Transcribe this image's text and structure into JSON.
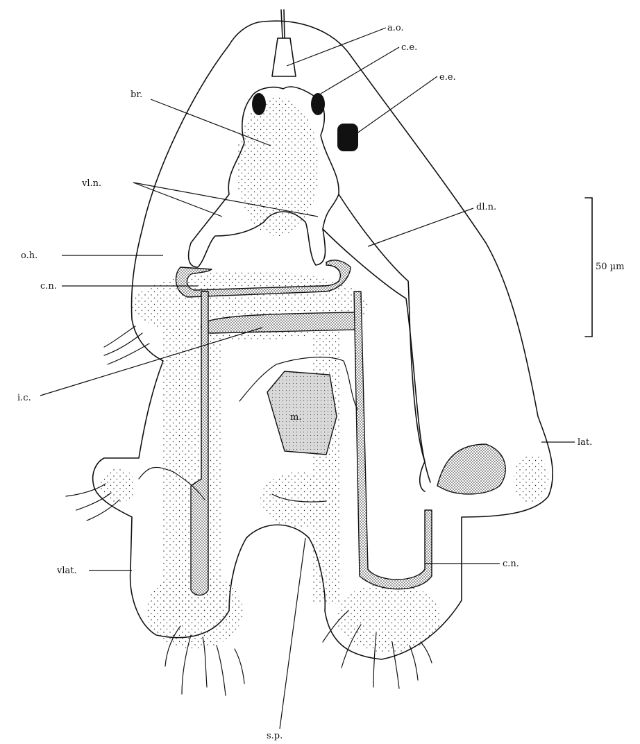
{
  "labels": {
    "ao": "a.o.",
    "ce": "c.e.",
    "br": "br.",
    "ee": "e.e.",
    "vln": "vl.n.",
    "dln": "dl.n.",
    "oh": "o.h.",
    "cn_top": "c.n.",
    "ic": "i.c.",
    "m": "m.",
    "lat": "lat.",
    "vlat": "vlat.",
    "cn_bottom": "c.n.",
    "sp": "s.p."
  },
  "scale_bar": {
    "label": "50 µm",
    "length_um": 50
  },
  "colors": {
    "ink": "#111111",
    "mouth_fill": "#d9d9d9",
    "background": "#ffffff"
  }
}
